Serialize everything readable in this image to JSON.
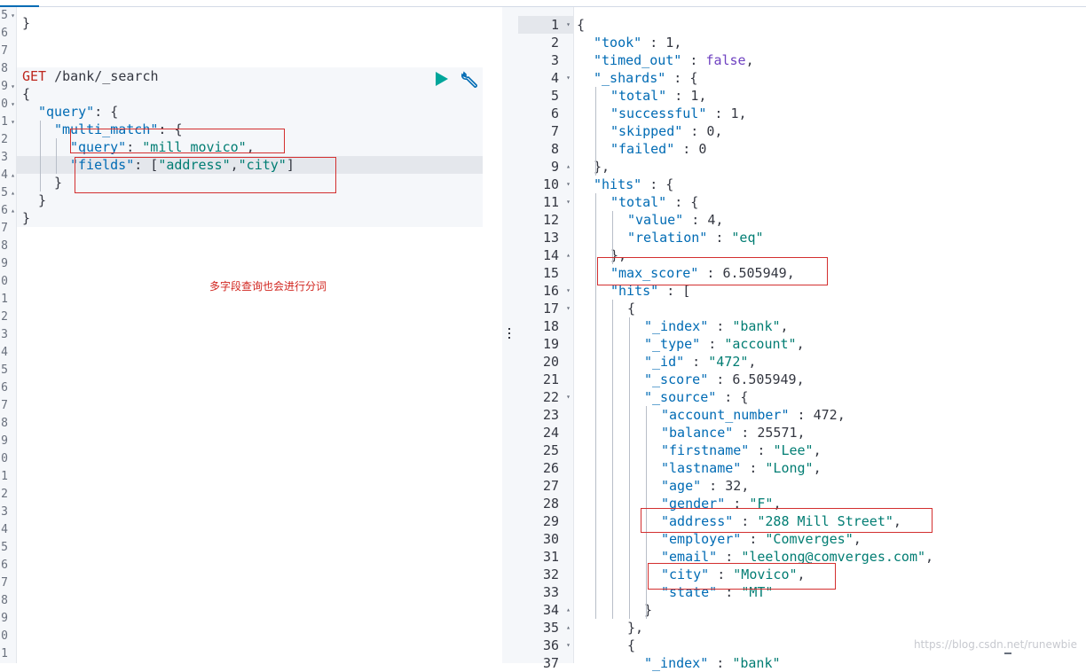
{
  "left": {
    "gutter_lines": [
      {
        "n": "5",
        "fold": "▾"
      },
      {
        "n": "6",
        "fold": ""
      },
      {
        "n": "7",
        "fold": ""
      },
      {
        "n": "8",
        "fold": ""
      },
      {
        "n": "9",
        "fold": "▾"
      },
      {
        "n": "0",
        "fold": "▾"
      },
      {
        "n": "1",
        "fold": "▾"
      },
      {
        "n": "2",
        "fold": ""
      },
      {
        "n": "3",
        "fold": ""
      },
      {
        "n": "4",
        "fold": "▴"
      },
      {
        "n": "5",
        "fold": "▴"
      },
      {
        "n": "6",
        "fold": "▴"
      },
      {
        "n": "7",
        "fold": ""
      },
      {
        "n": "8",
        "fold": ""
      },
      {
        "n": "9",
        "fold": ""
      },
      {
        "n": "0",
        "fold": ""
      },
      {
        "n": "1",
        "fold": ""
      },
      {
        "n": "2",
        "fold": ""
      },
      {
        "n": "3",
        "fold": ""
      },
      {
        "n": "4",
        "fold": ""
      },
      {
        "n": "5",
        "fold": ""
      },
      {
        "n": "6",
        "fold": ""
      },
      {
        "n": "7",
        "fold": ""
      },
      {
        "n": "8",
        "fold": ""
      },
      {
        "n": "9",
        "fold": ""
      },
      {
        "n": "0",
        "fold": ""
      },
      {
        "n": "1",
        "fold": ""
      },
      {
        "n": "2",
        "fold": ""
      },
      {
        "n": "3",
        "fold": ""
      },
      {
        "n": "4",
        "fold": ""
      },
      {
        "n": "5",
        "fold": ""
      },
      {
        "n": "6",
        "fold": ""
      },
      {
        "n": "7",
        "fold": ""
      },
      {
        "n": "8",
        "fold": ""
      },
      {
        "n": "9",
        "fold": ""
      },
      {
        "n": "0",
        "fold": ""
      },
      {
        "n": "1",
        "fold": ""
      }
    ],
    "line0": "}",
    "method": "GET",
    "path": " /bank/_search",
    "open_brace": "{",
    "query_key": "\"query\"",
    "query_rest": ": {",
    "mm_key": "\"multi_match\"",
    "mm_rest": ": {",
    "q_key": "\"query\"",
    "q_colon": ": ",
    "q_val": "\"mill movico\"",
    "q_comma": ",",
    "f_key": "\"fields\"",
    "f_colon": ": [",
    "f_v1": "\"address\"",
    "f_sep": ",",
    "f_v2": "\"city\"",
    "f_close": "]",
    "close1": "}",
    "close2": "}",
    "close3": "}",
    "note": "多字段查询也会进行分词"
  },
  "right": {
    "gutter_lines": [
      {
        "n": "1",
        "fold": "▾"
      },
      {
        "n": "2",
        "fold": ""
      },
      {
        "n": "3",
        "fold": ""
      },
      {
        "n": "4",
        "fold": "▾"
      },
      {
        "n": "5",
        "fold": ""
      },
      {
        "n": "6",
        "fold": ""
      },
      {
        "n": "7",
        "fold": ""
      },
      {
        "n": "8",
        "fold": ""
      },
      {
        "n": "9",
        "fold": "▴"
      },
      {
        "n": "10",
        "fold": "▾"
      },
      {
        "n": "11",
        "fold": "▾"
      },
      {
        "n": "12",
        "fold": ""
      },
      {
        "n": "13",
        "fold": ""
      },
      {
        "n": "14",
        "fold": "▴"
      },
      {
        "n": "15",
        "fold": ""
      },
      {
        "n": "16",
        "fold": "▾"
      },
      {
        "n": "17",
        "fold": "▾"
      },
      {
        "n": "18",
        "fold": ""
      },
      {
        "n": "19",
        "fold": ""
      },
      {
        "n": "20",
        "fold": ""
      },
      {
        "n": "21",
        "fold": ""
      },
      {
        "n": "22",
        "fold": "▾"
      },
      {
        "n": "23",
        "fold": ""
      },
      {
        "n": "24",
        "fold": ""
      },
      {
        "n": "25",
        "fold": ""
      },
      {
        "n": "26",
        "fold": ""
      },
      {
        "n": "27",
        "fold": ""
      },
      {
        "n": "28",
        "fold": ""
      },
      {
        "n": "29",
        "fold": ""
      },
      {
        "n": "30",
        "fold": ""
      },
      {
        "n": "31",
        "fold": ""
      },
      {
        "n": "32",
        "fold": ""
      },
      {
        "n": "33",
        "fold": ""
      },
      {
        "n": "34",
        "fold": "▴"
      },
      {
        "n": "35",
        "fold": "▴"
      },
      {
        "n": "36",
        "fold": "▾"
      },
      {
        "n": "37",
        "fold": ""
      }
    ],
    "lines": [
      {
        "indent": 0,
        "parts": [
          {
            "t": "{",
            "c": "punc"
          }
        ]
      },
      {
        "indent": 1,
        "parts": [
          {
            "t": "\"took\"",
            "c": "kw-key"
          },
          {
            "t": " : ",
            "c": "punc"
          },
          {
            "t": "1",
            "c": "kw-num"
          },
          {
            "t": ",",
            "c": "punc"
          }
        ]
      },
      {
        "indent": 1,
        "parts": [
          {
            "t": "\"timed_out\"",
            "c": "kw-key"
          },
          {
            "t": " : ",
            "c": "punc"
          },
          {
            "t": "false",
            "c": "kw-bool"
          },
          {
            "t": ",",
            "c": "punc"
          }
        ]
      },
      {
        "indent": 1,
        "parts": [
          {
            "t": "\"_shards\"",
            "c": "kw-key"
          },
          {
            "t": " : {",
            "c": "punc"
          }
        ]
      },
      {
        "indent": 2,
        "parts": [
          {
            "t": "\"total\"",
            "c": "kw-key"
          },
          {
            "t": " : ",
            "c": "punc"
          },
          {
            "t": "1",
            "c": "kw-num"
          },
          {
            "t": ",",
            "c": "punc"
          }
        ]
      },
      {
        "indent": 2,
        "parts": [
          {
            "t": "\"successful\"",
            "c": "kw-key"
          },
          {
            "t": " : ",
            "c": "punc"
          },
          {
            "t": "1",
            "c": "kw-num"
          },
          {
            "t": ",",
            "c": "punc"
          }
        ]
      },
      {
        "indent": 2,
        "parts": [
          {
            "t": "\"skipped\"",
            "c": "kw-key"
          },
          {
            "t": " : ",
            "c": "punc"
          },
          {
            "t": "0",
            "c": "kw-num"
          },
          {
            "t": ",",
            "c": "punc"
          }
        ]
      },
      {
        "indent": 2,
        "parts": [
          {
            "t": "\"failed\"",
            "c": "kw-key"
          },
          {
            "t": " : ",
            "c": "punc"
          },
          {
            "t": "0",
            "c": "kw-num"
          }
        ]
      },
      {
        "indent": 1,
        "parts": [
          {
            "t": "},",
            "c": "punc"
          }
        ]
      },
      {
        "indent": 1,
        "parts": [
          {
            "t": "\"hits\"",
            "c": "kw-key"
          },
          {
            "t": " : {",
            "c": "punc"
          }
        ]
      },
      {
        "indent": 2,
        "parts": [
          {
            "t": "\"total\"",
            "c": "kw-key"
          },
          {
            "t": " : {",
            "c": "punc"
          }
        ]
      },
      {
        "indent": 3,
        "parts": [
          {
            "t": "\"value\"",
            "c": "kw-key"
          },
          {
            "t": " : ",
            "c": "punc"
          },
          {
            "t": "4",
            "c": "kw-num"
          },
          {
            "t": ",",
            "c": "punc"
          }
        ]
      },
      {
        "indent": 3,
        "parts": [
          {
            "t": "\"relation\"",
            "c": "kw-key"
          },
          {
            "t": " : ",
            "c": "punc"
          },
          {
            "t": "\"eq\"",
            "c": "kw-str"
          }
        ]
      },
      {
        "indent": 2,
        "parts": [
          {
            "t": "},",
            "c": "punc"
          }
        ]
      },
      {
        "indent": 2,
        "parts": [
          {
            "t": "\"max_score\"",
            "c": "kw-key"
          },
          {
            "t": " : ",
            "c": "punc"
          },
          {
            "t": "6.505949",
            "c": "kw-num"
          },
          {
            "t": ",",
            "c": "punc"
          }
        ]
      },
      {
        "indent": 2,
        "parts": [
          {
            "t": "\"hits\"",
            "c": "kw-key"
          },
          {
            "t": " : [",
            "c": "punc"
          }
        ]
      },
      {
        "indent": 3,
        "parts": [
          {
            "t": "{",
            "c": "punc"
          }
        ]
      },
      {
        "indent": 4,
        "parts": [
          {
            "t": "\"_index\"",
            "c": "kw-key"
          },
          {
            "t": " : ",
            "c": "punc"
          },
          {
            "t": "\"bank\"",
            "c": "kw-str"
          },
          {
            "t": ",",
            "c": "punc"
          }
        ]
      },
      {
        "indent": 4,
        "parts": [
          {
            "t": "\"_type\"",
            "c": "kw-key"
          },
          {
            "t": " : ",
            "c": "punc"
          },
          {
            "t": "\"account\"",
            "c": "kw-str"
          },
          {
            "t": ",",
            "c": "punc"
          }
        ]
      },
      {
        "indent": 4,
        "parts": [
          {
            "t": "\"_id\"",
            "c": "kw-key"
          },
          {
            "t": " : ",
            "c": "punc"
          },
          {
            "t": "\"472\"",
            "c": "kw-str"
          },
          {
            "t": ",",
            "c": "punc"
          }
        ]
      },
      {
        "indent": 4,
        "parts": [
          {
            "t": "\"_score\"",
            "c": "kw-key"
          },
          {
            "t": " : ",
            "c": "punc"
          },
          {
            "t": "6.505949",
            "c": "kw-num"
          },
          {
            "t": ",",
            "c": "punc"
          }
        ]
      },
      {
        "indent": 4,
        "parts": [
          {
            "t": "\"_source\"",
            "c": "kw-key"
          },
          {
            "t": " : {",
            "c": "punc"
          }
        ]
      },
      {
        "indent": 5,
        "parts": [
          {
            "t": "\"account_number\"",
            "c": "kw-key"
          },
          {
            "t": " : ",
            "c": "punc"
          },
          {
            "t": "472",
            "c": "kw-num"
          },
          {
            "t": ",",
            "c": "punc"
          }
        ]
      },
      {
        "indent": 5,
        "parts": [
          {
            "t": "\"balance\"",
            "c": "kw-key"
          },
          {
            "t": " : ",
            "c": "punc"
          },
          {
            "t": "25571",
            "c": "kw-num"
          },
          {
            "t": ",",
            "c": "punc"
          }
        ]
      },
      {
        "indent": 5,
        "parts": [
          {
            "t": "\"firstname\"",
            "c": "kw-key"
          },
          {
            "t": " : ",
            "c": "punc"
          },
          {
            "t": "\"Lee\"",
            "c": "kw-str"
          },
          {
            "t": ",",
            "c": "punc"
          }
        ]
      },
      {
        "indent": 5,
        "parts": [
          {
            "t": "\"lastname\"",
            "c": "kw-key"
          },
          {
            "t": " : ",
            "c": "punc"
          },
          {
            "t": "\"Long\"",
            "c": "kw-str"
          },
          {
            "t": ",",
            "c": "punc"
          }
        ]
      },
      {
        "indent": 5,
        "parts": [
          {
            "t": "\"age\"",
            "c": "kw-key"
          },
          {
            "t": " : ",
            "c": "punc"
          },
          {
            "t": "32",
            "c": "kw-num"
          },
          {
            "t": ",",
            "c": "punc"
          }
        ]
      },
      {
        "indent": 5,
        "parts": [
          {
            "t": "\"gender\"",
            "c": "kw-key"
          },
          {
            "t": " : ",
            "c": "punc"
          },
          {
            "t": "\"F\"",
            "c": "kw-str"
          },
          {
            "t": ",",
            "c": "punc"
          }
        ]
      },
      {
        "indent": 5,
        "parts": [
          {
            "t": "\"address\"",
            "c": "kw-key"
          },
          {
            "t": " : ",
            "c": "punc"
          },
          {
            "t": "\"288 Mill Street\"",
            "c": "kw-str"
          },
          {
            "t": ",",
            "c": "punc"
          }
        ]
      },
      {
        "indent": 5,
        "parts": [
          {
            "t": "\"employer\"",
            "c": "kw-key"
          },
          {
            "t": " : ",
            "c": "punc"
          },
          {
            "t": "\"Comverges\"",
            "c": "kw-str"
          },
          {
            "t": ",",
            "c": "punc"
          }
        ]
      },
      {
        "indent": 5,
        "parts": [
          {
            "t": "\"email\"",
            "c": "kw-key"
          },
          {
            "t": " : ",
            "c": "punc"
          },
          {
            "t": "\"leelong@comverges.com\"",
            "c": "kw-str"
          },
          {
            "t": ",",
            "c": "punc"
          }
        ]
      },
      {
        "indent": 5,
        "parts": [
          {
            "t": "\"city\"",
            "c": "kw-key"
          },
          {
            "t": " : ",
            "c": "punc"
          },
          {
            "t": "\"Movico\"",
            "c": "kw-str"
          },
          {
            "t": ",",
            "c": "punc"
          }
        ]
      },
      {
        "indent": 5,
        "parts": [
          {
            "t": "\"state\"",
            "c": "kw-key"
          },
          {
            "t": " : ",
            "c": "punc"
          },
          {
            "t": "\"MT\"",
            "c": "kw-str"
          }
        ]
      },
      {
        "indent": 4,
        "parts": [
          {
            "t": "}",
            "c": "punc"
          }
        ]
      },
      {
        "indent": 3,
        "parts": [
          {
            "t": "},",
            "c": "punc"
          }
        ]
      },
      {
        "indent": 3,
        "parts": [
          {
            "t": "{",
            "c": "punc"
          }
        ]
      },
      {
        "indent": 4,
        "parts": [
          {
            "t": "\"_index\"",
            "c": "kw-key"
          },
          {
            "t": " : ",
            "c": "punc"
          },
          {
            "t": "\"bank\"",
            "c": "kw-str"
          }
        ]
      }
    ]
  },
  "watermark": "https://blog.csdn.net/runewbie",
  "icons": {
    "run": "play-icon",
    "settings": "wrench-icon"
  },
  "colors": {
    "highlight_box": "#d32f2f",
    "run_button": "#00a69b",
    "accent": "#006bb4"
  }
}
